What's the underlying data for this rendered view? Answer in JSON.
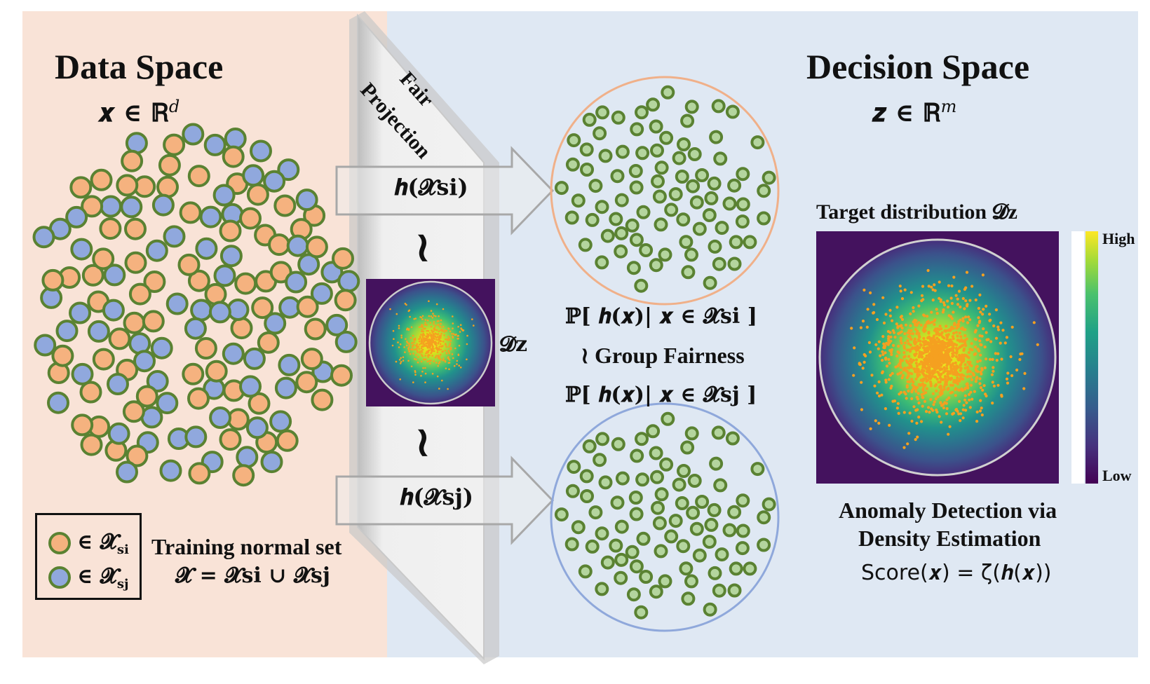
{
  "left_panel": {
    "title": "Data Space",
    "math": "𝒙 ∈ ℝ",
    "math_sup": "d"
  },
  "legend": {
    "item_i": "∈ 𝓧",
    "item_i_sub": "si",
    "item_j": "∈ 𝓧",
    "item_j_sub": "sj",
    "caption": "Training normal set",
    "equation": "𝓧 = 𝓧si ∪ 𝓧sj"
  },
  "projection": {
    "label_line1": "Fair",
    "label_line2": "Projection",
    "h_i": "𝒉(𝓧si)",
    "h_j": "𝒉(𝓧sj)",
    "approx": "≀",
    "target_symbol": "𝓓z"
  },
  "right_panel": {
    "title": "Decision Space",
    "math": "𝒛 ∈ ℝ",
    "math_sup": "m",
    "prob_i": "ℙ[ 𝒉(𝒙)| 𝒙 ∈ 𝓧si ]",
    "fairness": "≀ Group Fairness",
    "prob_j": "ℙ[ 𝒉(𝒙)| 𝒙 ∈ 𝓧sj ]",
    "target_title": "Target distribution 𝓓z",
    "colorbar_high": "High",
    "colorbar_low": "Low",
    "anomaly_line1": "Anomaly Detection via",
    "anomaly_line2": "Density Estimation",
    "score": "Score(𝒙) = ζ(𝒉(𝒙))"
  },
  "colors": {
    "group_i_fill": "#f5b27f",
    "group_j_fill": "#90a8dd",
    "node_border": "#5a8232",
    "left_bg": "#f9e3d7",
    "right_bg": "#dfe8f3",
    "circle_i_border": "#f0b089",
    "circle_j_border": "#8fa8db",
    "density_high": "#e5e51a",
    "density_low": "#44125e",
    "sample_points": "#f5a020"
  }
}
